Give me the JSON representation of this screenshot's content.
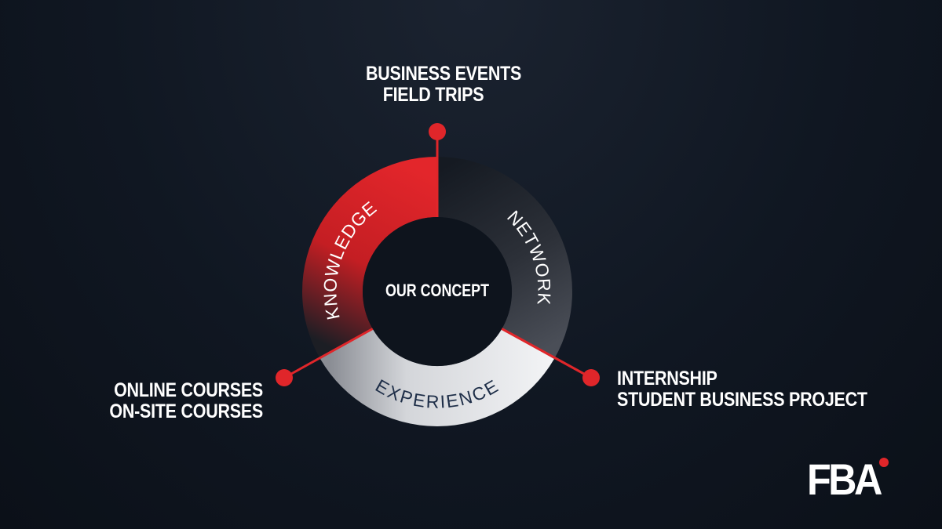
{
  "concept": {
    "center_label": "OUR CONCEPT",
    "segments": [
      {
        "label": "KNOWLEDGE"
      },
      {
        "label": "NETWORK"
      },
      {
        "label": "EXPERIENCE"
      }
    ]
  },
  "callouts": {
    "top": {
      "line1": "BUSINESS EVENTS",
      "line2": "FIELD TRIPS"
    },
    "left": {
      "line1": "ONLINE COURSES",
      "line2": "ON-SITE COURSES"
    },
    "right": {
      "line1": "INTERNSHIP",
      "line2": "STUDENT BUSINESS PROJECT"
    }
  },
  "logo": {
    "text": "FBA"
  },
  "colors": {
    "accent": "#e0262a",
    "background": "#101722"
  }
}
